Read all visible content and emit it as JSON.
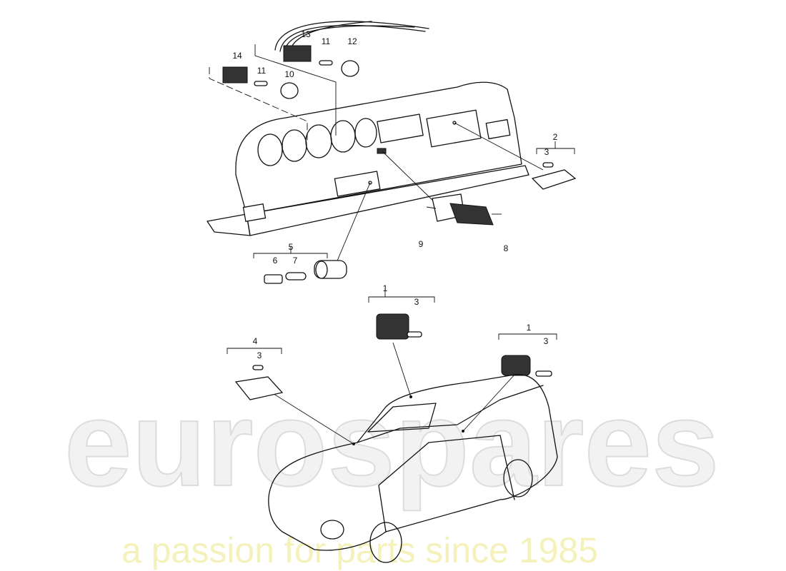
{
  "diagram": {
    "callouts": [
      {
        "id": "c13",
        "text": "13"
      },
      {
        "id": "c11a",
        "text": "11"
      },
      {
        "id": "c12",
        "text": "12"
      },
      {
        "id": "c14",
        "text": "14"
      },
      {
        "id": "c11b",
        "text": "11"
      },
      {
        "id": "c10",
        "text": "10"
      },
      {
        "id": "c2",
        "text": "2"
      },
      {
        "id": "c3a",
        "text": "3"
      },
      {
        "id": "c9",
        "text": "9"
      },
      {
        "id": "c8",
        "text": "8"
      },
      {
        "id": "c5",
        "text": "5"
      },
      {
        "id": "c6",
        "text": "6"
      },
      {
        "id": "c7",
        "text": "7"
      },
      {
        "id": "c1a",
        "text": "1"
      },
      {
        "id": "c3b",
        "text": "3"
      },
      {
        "id": "c4",
        "text": "4"
      },
      {
        "id": "c3c",
        "text": "3"
      },
      {
        "id": "c1b",
        "text": "1"
      },
      {
        "id": "c3d",
        "text": "3"
      }
    ]
  },
  "watermark": {
    "brand": "eurospares",
    "tagline": "a passion for parts since 1985",
    "brand_color": "#e8e8e8",
    "tagline_color": "#f1eeaa"
  }
}
